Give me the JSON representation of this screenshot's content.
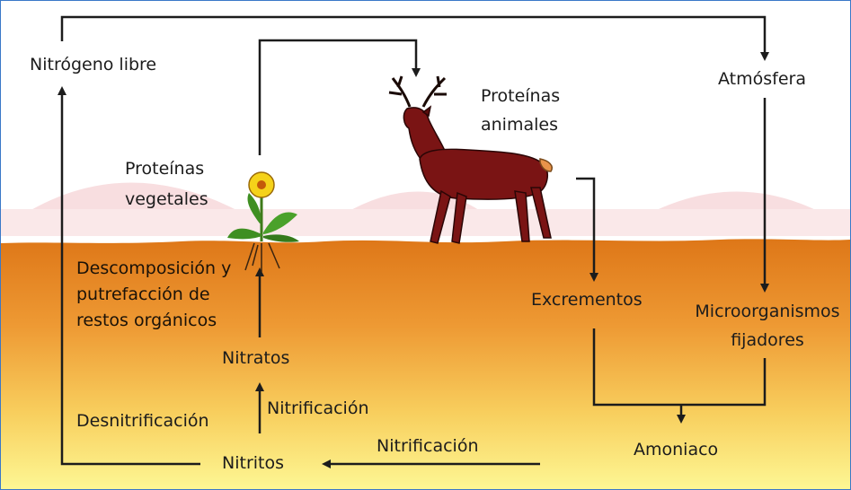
{
  "diagram": {
    "labels": {
      "nitrogeno_libre": "Nitrógeno libre",
      "atmosfera": "Atmósfera",
      "proteinas_animales": "Proteínas animales",
      "proteinas_vegetales": "Proteínas vegetales",
      "descomposicion": "Descomposición y putrefacción de restos orgánicos",
      "nitratos": "Nitratos",
      "nitrificacion_1": "Nitrificación",
      "desnitrificacion": "Desnitrificación",
      "nitritos": "Nitritos",
      "nitrificacion_2": "Nitrificación",
      "excrementos": "Excrementos",
      "microorganismos": "Microorganismos fijadores",
      "amoniaco": "Amoniaco"
    },
    "colors": {
      "sky": "#ffffff",
      "soil_top": "#e07c1e",
      "soil_bottom": "#fdf58a",
      "watermark": "#e8a0a6",
      "arrow": "#1c1c1c",
      "deer": "#7a1414",
      "flower": "#f5d21a"
    },
    "icons": [
      "deer-illustration",
      "flower-illustration"
    ]
  }
}
